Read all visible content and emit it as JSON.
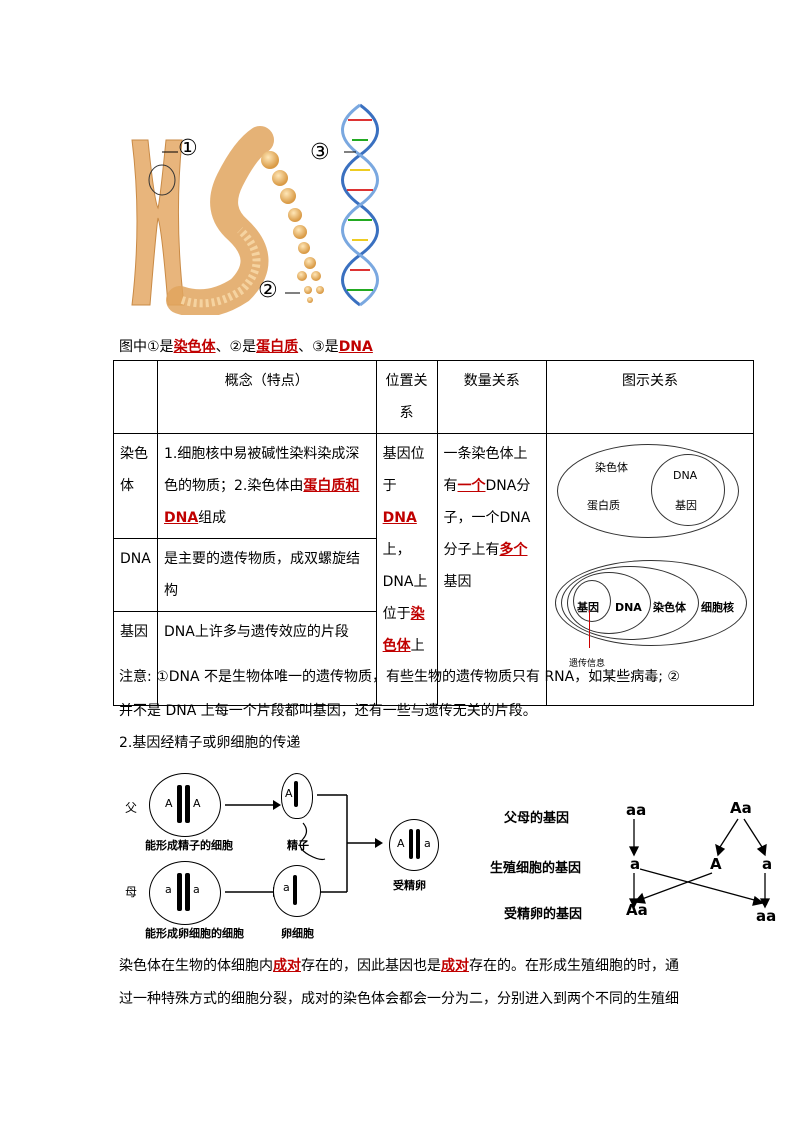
{
  "figure1": {
    "markers": [
      "①",
      "②",
      "③"
    ]
  },
  "caption": {
    "prefix": "图中①是",
    "a1": "染色体",
    "sep1": "、②是",
    "a2": "蛋白质",
    "sep2": "、③是",
    "a3": "DNA"
  },
  "table": {
    "headers": [
      "概念（特点）",
      "位置关系",
      "数量关系",
      "图示关系"
    ],
    "rows": {
      "chrom_name": "染色体",
      "chrom_concept_1": "1.细胞核中易被碱性染料染成深色的物质；2.染色体由",
      "chrom_concept_red": "蛋白质和DNA",
      "chrom_concept_2": "组成",
      "dna_name": "DNA",
      "dna_concept": "是主要的遗传物质，成双螺旋结构",
      "gene_name": "基因",
      "gene_concept": "DNA上许多与遗传效应的片段",
      "position_1": "基因位于",
      "position_red1": "DNA",
      "position_2": "上，DNA上位于",
      "position_red2": "染色体",
      "position_3": "上",
      "quantity_1": "一条染色体上有",
      "quantity_red1": "一个",
      "quantity_2": "DNA分子，一个DNA分子上有",
      "quantity_red2": "多个",
      "quantity_3": "基因"
    },
    "diagram_top": [
      "染色体",
      "DNA",
      "蛋白质",
      "基因"
    ],
    "diagram_bottom": [
      "基因",
      "DNA",
      "染色体",
      "细胞核",
      "遗传信息"
    ]
  },
  "note": {
    "line1": "注意: ①DNA 不是生物体唯一的遗传物质，有些生物的遗传物质只有 RNA，如某些病毒; ②",
    "line2": "并不是 DNA 上每一个片段都叫基因，还有一些与遗传无关的片段。"
  },
  "section2_title": "2.基因经精子或卵细胞的传递",
  "figure2": {
    "father": "父",
    "mother": "母",
    "sperm_cell": "能形成精子的细胞",
    "sperm": "精子",
    "egg_cell": "能形成卵细胞的细胞",
    "egg": "卵细胞",
    "zygote": "受精卵",
    "allele_A": "A",
    "allele_a": "a"
  },
  "figure3": {
    "row1": "父母的基因",
    "row2": "生殖细胞的基因",
    "row3": "受精卵的基因",
    "p1": "aa",
    "p2": "Aa",
    "g1": "a",
    "g2": "A",
    "g3": "a",
    "z1": "Aa",
    "z2": "aa"
  },
  "paragraph": {
    "l1_a": "染色体在生物的体细胞内",
    "l1_red1": "成对",
    "l1_b": "存在的，因此基因也是",
    "l1_red2": "成对",
    "l1_c": "存在的。在形成生殖细胞的时，通",
    "l2": "过一种特殊方式的细胞分裂，成对的染色体会都会一分为二，分别进入到两个不同的生殖细"
  }
}
